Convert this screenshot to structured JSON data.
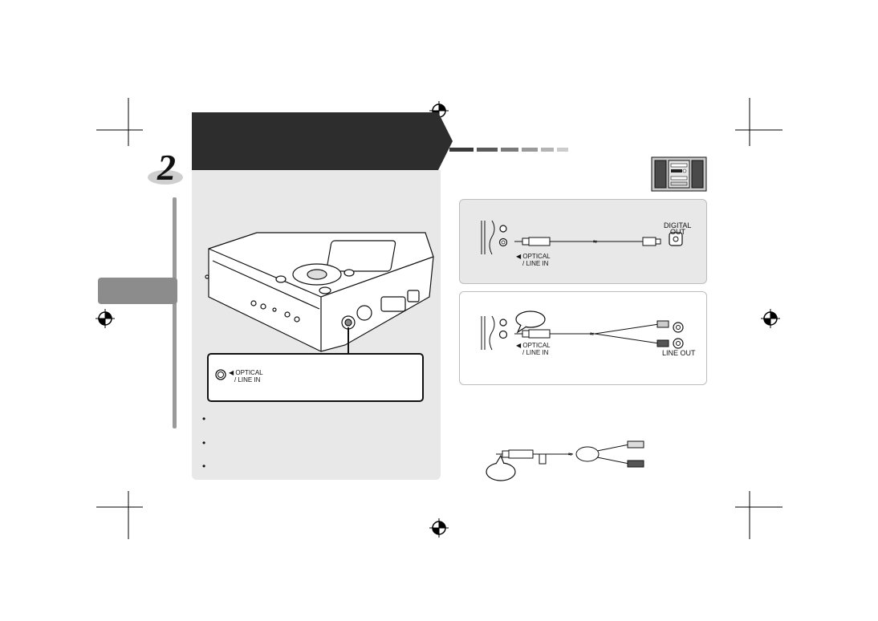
{
  "step": {
    "number": "2"
  },
  "device_callout": {
    "jack_label_line1": "◀ OPTICAL",
    "jack_label_line2": "/ LINE IN"
  },
  "bullets": [
    "•",
    "•",
    "•"
  ],
  "digital_panel": {
    "jack_label_line1": "◀ OPTICAL",
    "jack_label_line2": "/ LINE IN",
    "source_label_line1": "DIGITAL",
    "source_label_line2": "OUT"
  },
  "analog_panel": {
    "jack_label_line1": "◀ OPTICAL",
    "jack_label_line2": "/ LINE IN",
    "source_label": "LINE OUT"
  },
  "colors": {
    "header_band": "#2d2d2d",
    "side_tab": "#8c8c8c",
    "panel_bg": "#e8e8e8",
    "ink": "#111111"
  }
}
